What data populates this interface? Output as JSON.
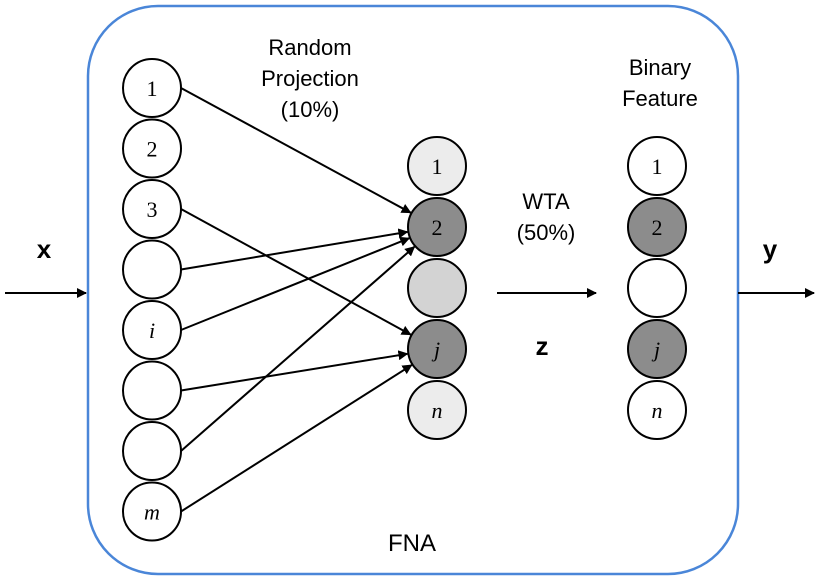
{
  "input_label": "x",
  "output_label": "y",
  "z_label": "z",
  "container_label": "FNA",
  "projection": {
    "line1": "Random",
    "line2": "Projection",
    "line3": "(10%)"
  },
  "wta": {
    "line1": "WTA",
    "line2": "(50%)"
  },
  "binary": {
    "line1": "Binary",
    "line2": "Feature"
  },
  "colors": {
    "container_border": "#4a86d8",
    "light": "#ececec",
    "dark": "#8c8c8c",
    "mid": "#d3d3d3",
    "white": "#ffffff"
  },
  "input_nodes": [
    {
      "label": "1",
      "italic": false
    },
    {
      "label": "2",
      "italic": false
    },
    {
      "label": "3",
      "italic": false
    },
    {
      "label": "",
      "italic": false
    },
    {
      "label": "i",
      "italic": true
    },
    {
      "label": "",
      "italic": false
    },
    {
      "label": "",
      "italic": false
    },
    {
      "label": "m",
      "italic": true
    }
  ],
  "projection_nodes": [
    {
      "label": "1",
      "italic": false,
      "fill": "light"
    },
    {
      "label": "2",
      "italic": false,
      "fill": "dark"
    },
    {
      "label": "",
      "italic": false,
      "fill": "mid"
    },
    {
      "label": "j",
      "italic": true,
      "fill": "dark"
    },
    {
      "label": "n",
      "italic": true,
      "fill": "light"
    }
  ],
  "binary_nodes": [
    {
      "label": "1",
      "italic": false,
      "fill": "white"
    },
    {
      "label": "2",
      "italic": false,
      "fill": "dark"
    },
    {
      "label": "",
      "italic": false,
      "fill": "white"
    },
    {
      "label": "j",
      "italic": true,
      "fill": "dark"
    },
    {
      "label": "n",
      "italic": true,
      "fill": "white"
    }
  ],
  "connections": [
    {
      "from": 0,
      "to": 1
    },
    {
      "from": 2,
      "to": 3
    },
    {
      "from": 3,
      "to": 1
    },
    {
      "from": 4,
      "to": 1
    },
    {
      "from": 5,
      "to": 3
    },
    {
      "from": 6,
      "to": 1
    },
    {
      "from": 7,
      "to": 3
    }
  ]
}
